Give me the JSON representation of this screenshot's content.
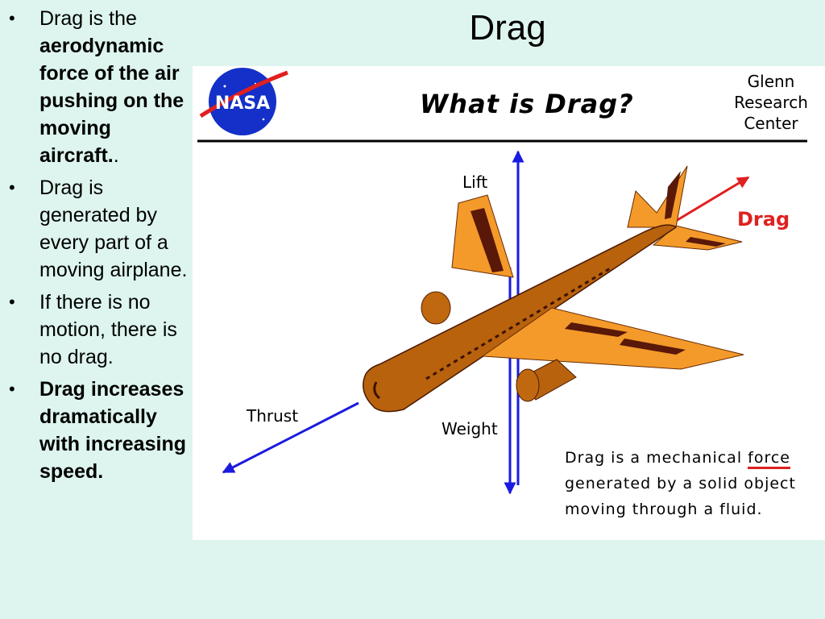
{
  "slide": {
    "title": "Drag"
  },
  "bullets": [
    {
      "pre": "Drag is the ",
      "bold": "aerodynamic force of the air pushing on the moving aircraft.",
      "post": "."
    },
    {
      "text": " Drag is generated by every part of a moving airplane."
    },
    {
      "text": "If there is no motion, there is no drag."
    },
    {
      "bold": "Drag increases dramatically with increasing speed."
    }
  ],
  "figure": {
    "heading": "What is Drag?",
    "logo_text": "NASA",
    "center_lines": [
      "Glenn",
      "Research",
      "Center"
    ],
    "labels": {
      "lift": "Lift",
      "drag": "Drag",
      "thrust": "Thrust",
      "weight": "Weight"
    },
    "caption": {
      "line1_pre": "Drag is a mechanical ",
      "line1_highlight": "force",
      "line2": "generated by a solid object",
      "line3": "moving through a fluid."
    },
    "colors": {
      "lift_weight_arrow": "#1a1ae0",
      "thrust_arrow": "#1a1ae0",
      "drag_arrow": "#e02020",
      "fuselage": "#b8620e",
      "wing": "#f39a2a",
      "nasa_blue": "#1430c8"
    }
  }
}
